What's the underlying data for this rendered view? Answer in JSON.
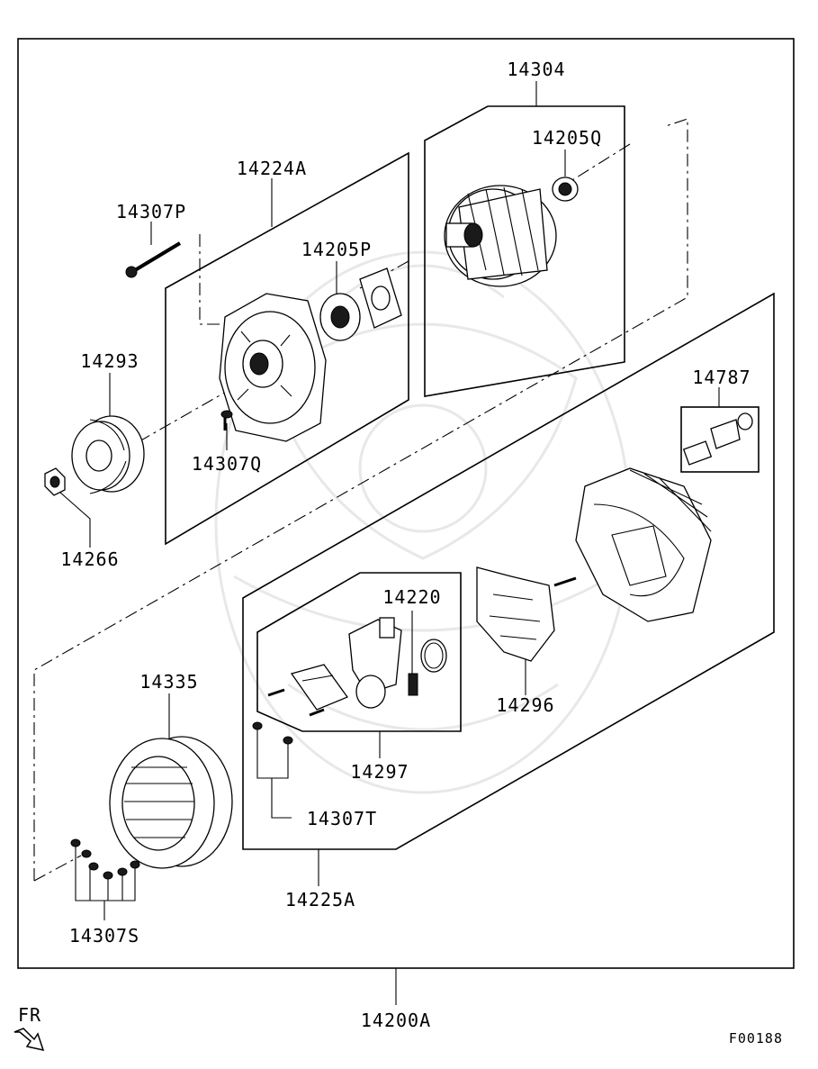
{
  "labels": {
    "rotor": "14304",
    "bearing_q": "14205Q",
    "front_housing": "14224A",
    "bolt_p": "14307P",
    "bearing_p": "14205P",
    "pulley": "14293",
    "screw_q": "14307Q",
    "nut": "14266",
    "terminal": "14787",
    "regulator": "14220",
    "rectifier": "14296",
    "brush_holder": "14297",
    "screw_t": "14307T",
    "stator": "14335",
    "rear_housing": "14225A",
    "screw_s": "14307S",
    "assembly": "14200A"
  },
  "orientation": {
    "label": "FR"
  },
  "figure_code": "F00188"
}
